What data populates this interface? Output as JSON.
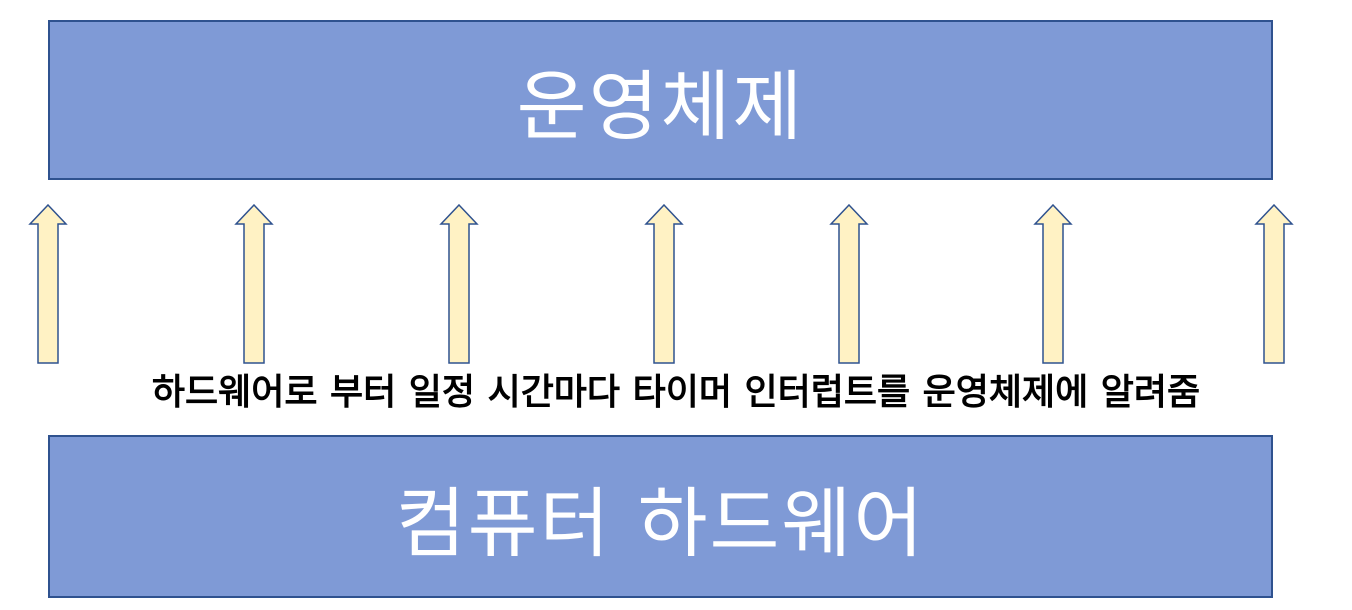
{
  "diagram": {
    "top_box": {
      "label": "운영체제"
    },
    "bottom_box": {
      "label": "컴퓨터 하드웨어"
    },
    "caption": "하드웨어로 부터 일정 시간마다 타이머 인터럽트를 운영체제에 알려줌",
    "arrow_count": 7,
    "colors": {
      "box_fill": "#7f9ad6",
      "box_border": "#2f528f",
      "arrow_fill": "#fff2c4",
      "arrow_stroke": "#2f528f"
    }
  }
}
